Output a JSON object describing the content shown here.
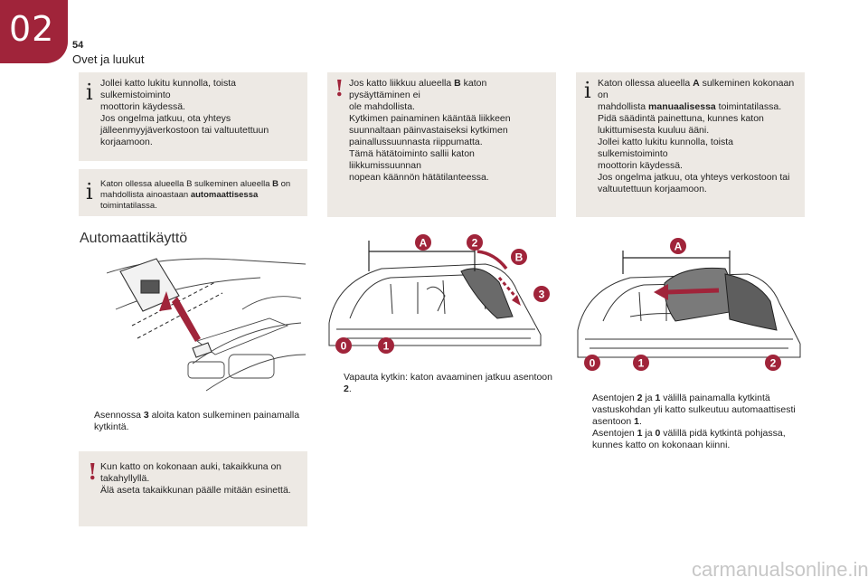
{
  "header": {
    "chapter": "02",
    "page_number": "54",
    "section_title": "Ovet ja luukut"
  },
  "box1": {
    "icon": "info-icon",
    "lines": [
      "Jollei katto lukitu kunnolla, toista sulkemistoiminto",
      "moottorin käydessä.",
      "Jos ongelma jatkuu, ota yhteys",
      "jälleenmyyjäverkostoon tai valtuutettuun",
      "korjaamoon."
    ]
  },
  "box2": {
    "icon": "info-icon",
    "text_a": "Katon ollessa alueella B sulkeminen alueella ",
    "b": "B",
    "text_b": " on mahdollista ainoastaan ",
    "mode": "automaattisessa",
    "text_c": " toimintatilassa."
  },
  "section_heading": "Automaattikäyttö",
  "bullet_left": {
    "a": "Asennossa ",
    "n": "3",
    "b": " aloita katon sulkeminen painamalla kytkintä."
  },
  "box3": {
    "icon": "warning-icon",
    "lines": [
      "Kun katto on kokonaan auki, takaikkuna on",
      "takahyllyllä.",
      "Älä aseta takaikkunan päälle mitään esinettä."
    ]
  },
  "box4": {
    "icon": "warning-icon",
    "l1a": "Jos katto liikkuu alueella ",
    "l1b": "B",
    "l1c": " katon pysäyttäminen ei",
    "lines": [
      "ole mahdollista.",
      "Kytkimen painaminen kääntää liikkeen",
      "suunnaltaan päinvastaiseksi kytkimen",
      "painallussuunnasta riippumatta.",
      "Tämä hätätoiminto sallii katon liikkumissuunnan",
      "nopean käännön hätätilanteessa."
    ]
  },
  "bullet_mid": {
    "a": "Vapauta kytkin: katon avaaminen jatkuu asentoon ",
    "n": "2",
    "b": "."
  },
  "box5": {
    "icon": "info-icon",
    "l1a": "Katon ollessa alueella ",
    "l1b": "A",
    "l1c": " sulkeminen kokonaan on",
    "l2a": "mahdollista ",
    "l2b": "manuaalisessa",
    "l2c": " toimintatilassa.",
    "lines": [
      "Pidä säädintä painettuna, kunnes katon",
      "lukittumisesta kuuluu ääni.",
      "Jollei katto lukitu kunnolla, toista sulkemistoiminto",
      "moottorin käydessä.",
      "Jos ongelma jatkuu, ota yhteys verkostoon tai",
      "valtuutettuun korjaamoon."
    ]
  },
  "bullets_right": [
    {
      "a": "Asentojen ",
      "n1": "2",
      "m": " ja ",
      "n2": "1",
      "b": " välillä painamalla kytkintä vastuskohdan yli katto sulkeutuu automaattisesti asentoon ",
      "n3": "1",
      "c": "."
    },
    {
      "a": "Asentojen ",
      "n1": "1",
      "m": " ja ",
      "n2": "0",
      "b": " välillä pidä kytkintä pohjassa, kunnes katto on kokonaan kiinni.",
      "n3": "",
      "c": ""
    }
  ],
  "figure_mid_labels": {
    "a": "A",
    "p2": "2",
    "b": "B",
    "p3": "3",
    "p0": "0",
    "p1": "1"
  },
  "figure_right_labels": {
    "a": "A",
    "p0": "0",
    "p1": "1",
    "p2": "2"
  },
  "bullet_marker": "",
  "footer": "carmanualsonline.info",
  "colors": {
    "accent": "#a0243a",
    "box_bg": "#ede9e4"
  }
}
